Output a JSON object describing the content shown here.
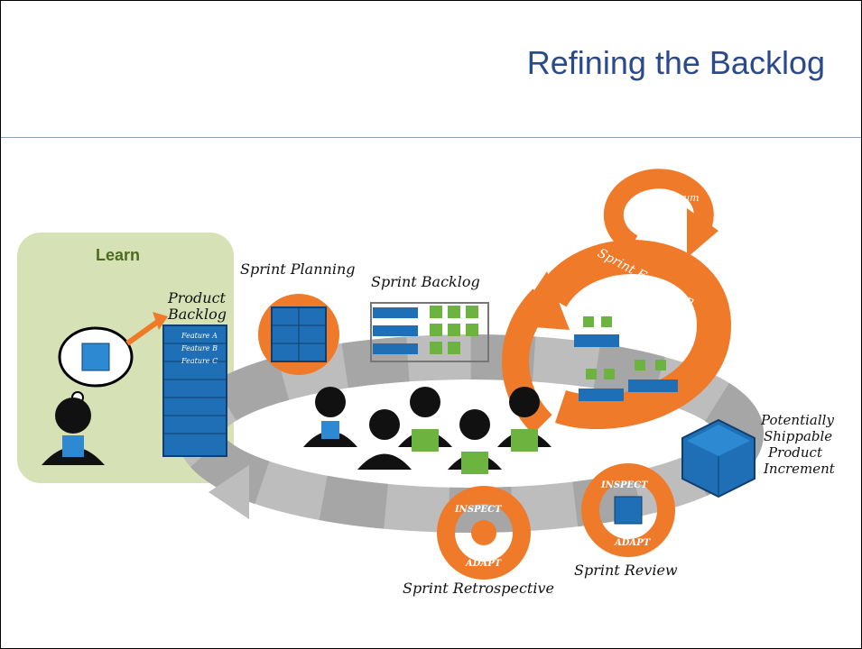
{
  "slide": {
    "title": "Refining the Backlog"
  },
  "learn_box": {
    "label": "Learn"
  },
  "diagram": {
    "product_backlog_line1": "Product",
    "product_backlog_line2": "Backlog",
    "features": [
      "Feature A",
      "Feature B",
      "Feature C"
    ],
    "sprint_planning": "Sprint Planning",
    "sprint_backlog": "Sprint Backlog",
    "daily_scrum": "Daily Scrum",
    "sprint_execution": "Sprint Execution",
    "increment_lines": [
      "Potentially",
      "Shippable",
      "Product",
      "Increment"
    ],
    "inspect_label": "INSPECT",
    "adapt_label": "ADAPT",
    "sprint_review": "Sprint Review",
    "sprint_retrospective": "Sprint Retrospective"
  },
  "colors": {
    "title": "#2a4a8a",
    "learn_bg": "#d6e2b6",
    "orange": "#ee7a2a",
    "blue": "#1e6fb5",
    "green": "#6db33f",
    "gray": "#a9a9a9"
  }
}
